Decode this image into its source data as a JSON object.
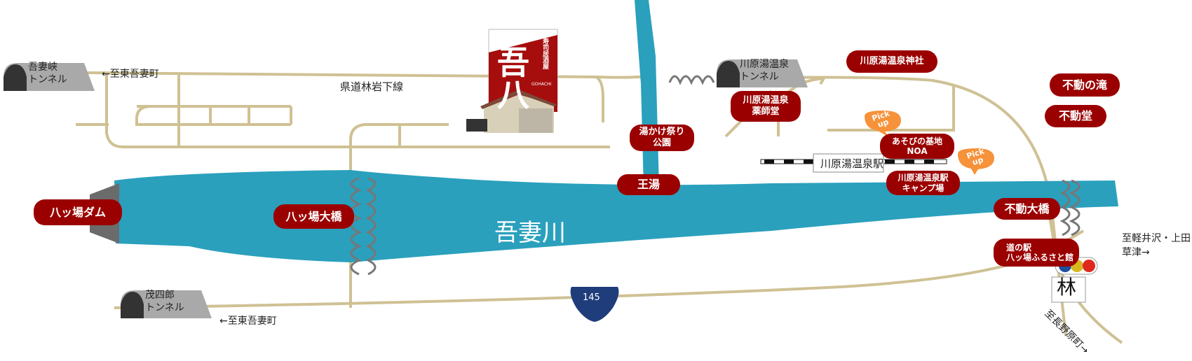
{
  "colors": {
    "river": "#2aa0bd",
    "road": "#cfc194",
    "label_bg": "#9b0000",
    "tunnel": "#a9a9a9",
    "route_shield": "#1f3d7a",
    "pickup": "#f6923a"
  },
  "tunnels": [
    {
      "line1": "吾妻峡",
      "line2": "トンネル"
    },
    {
      "line1": "川原湯温泉",
      "line2": "トンネル"
    },
    {
      "line1": "茂四郎",
      "line2": "トンネル"
    }
  ],
  "directions": {
    "west_top": "←至東吾妻町",
    "west_bottom": "←至東吾妻町",
    "east_line1": "至軽井沢・上田",
    "east_line2": "草津→",
    "south": "至長野原町→"
  },
  "road_name": "県道林岩下線",
  "river_name": "吾妻川",
  "route_number": "145",
  "station": "川原湯温泉駅",
  "intersection": "林",
  "restaurant": {
    "name": "吾八",
    "subtitle": "寿司居酒屋",
    "romaji": "GOHACHI"
  },
  "pickup_label": {
    "line1": "Pick",
    "line2": "up"
  },
  "places": {
    "shrine": "川原湯温泉神社",
    "waterfall": "不動の滝",
    "fudodo": "不動堂",
    "yakushido_1": "川原湯温泉",
    "yakushido_2": "薬師堂",
    "park_1": "湯かけ祭り",
    "park_2": "公園",
    "oyu": "王湯",
    "noa_1": "あそびの基地",
    "noa_2": "NOA",
    "camp_1": "川原湯温泉駅",
    "camp_2": "キャンプ場",
    "fudo_bridge": "不動大橋",
    "dam": "八ッ場ダム",
    "yamba_bridge": "八ッ場大橋",
    "michinoeki_1": "道の駅",
    "michinoeki_2": "八ッ場ふるさと館"
  }
}
